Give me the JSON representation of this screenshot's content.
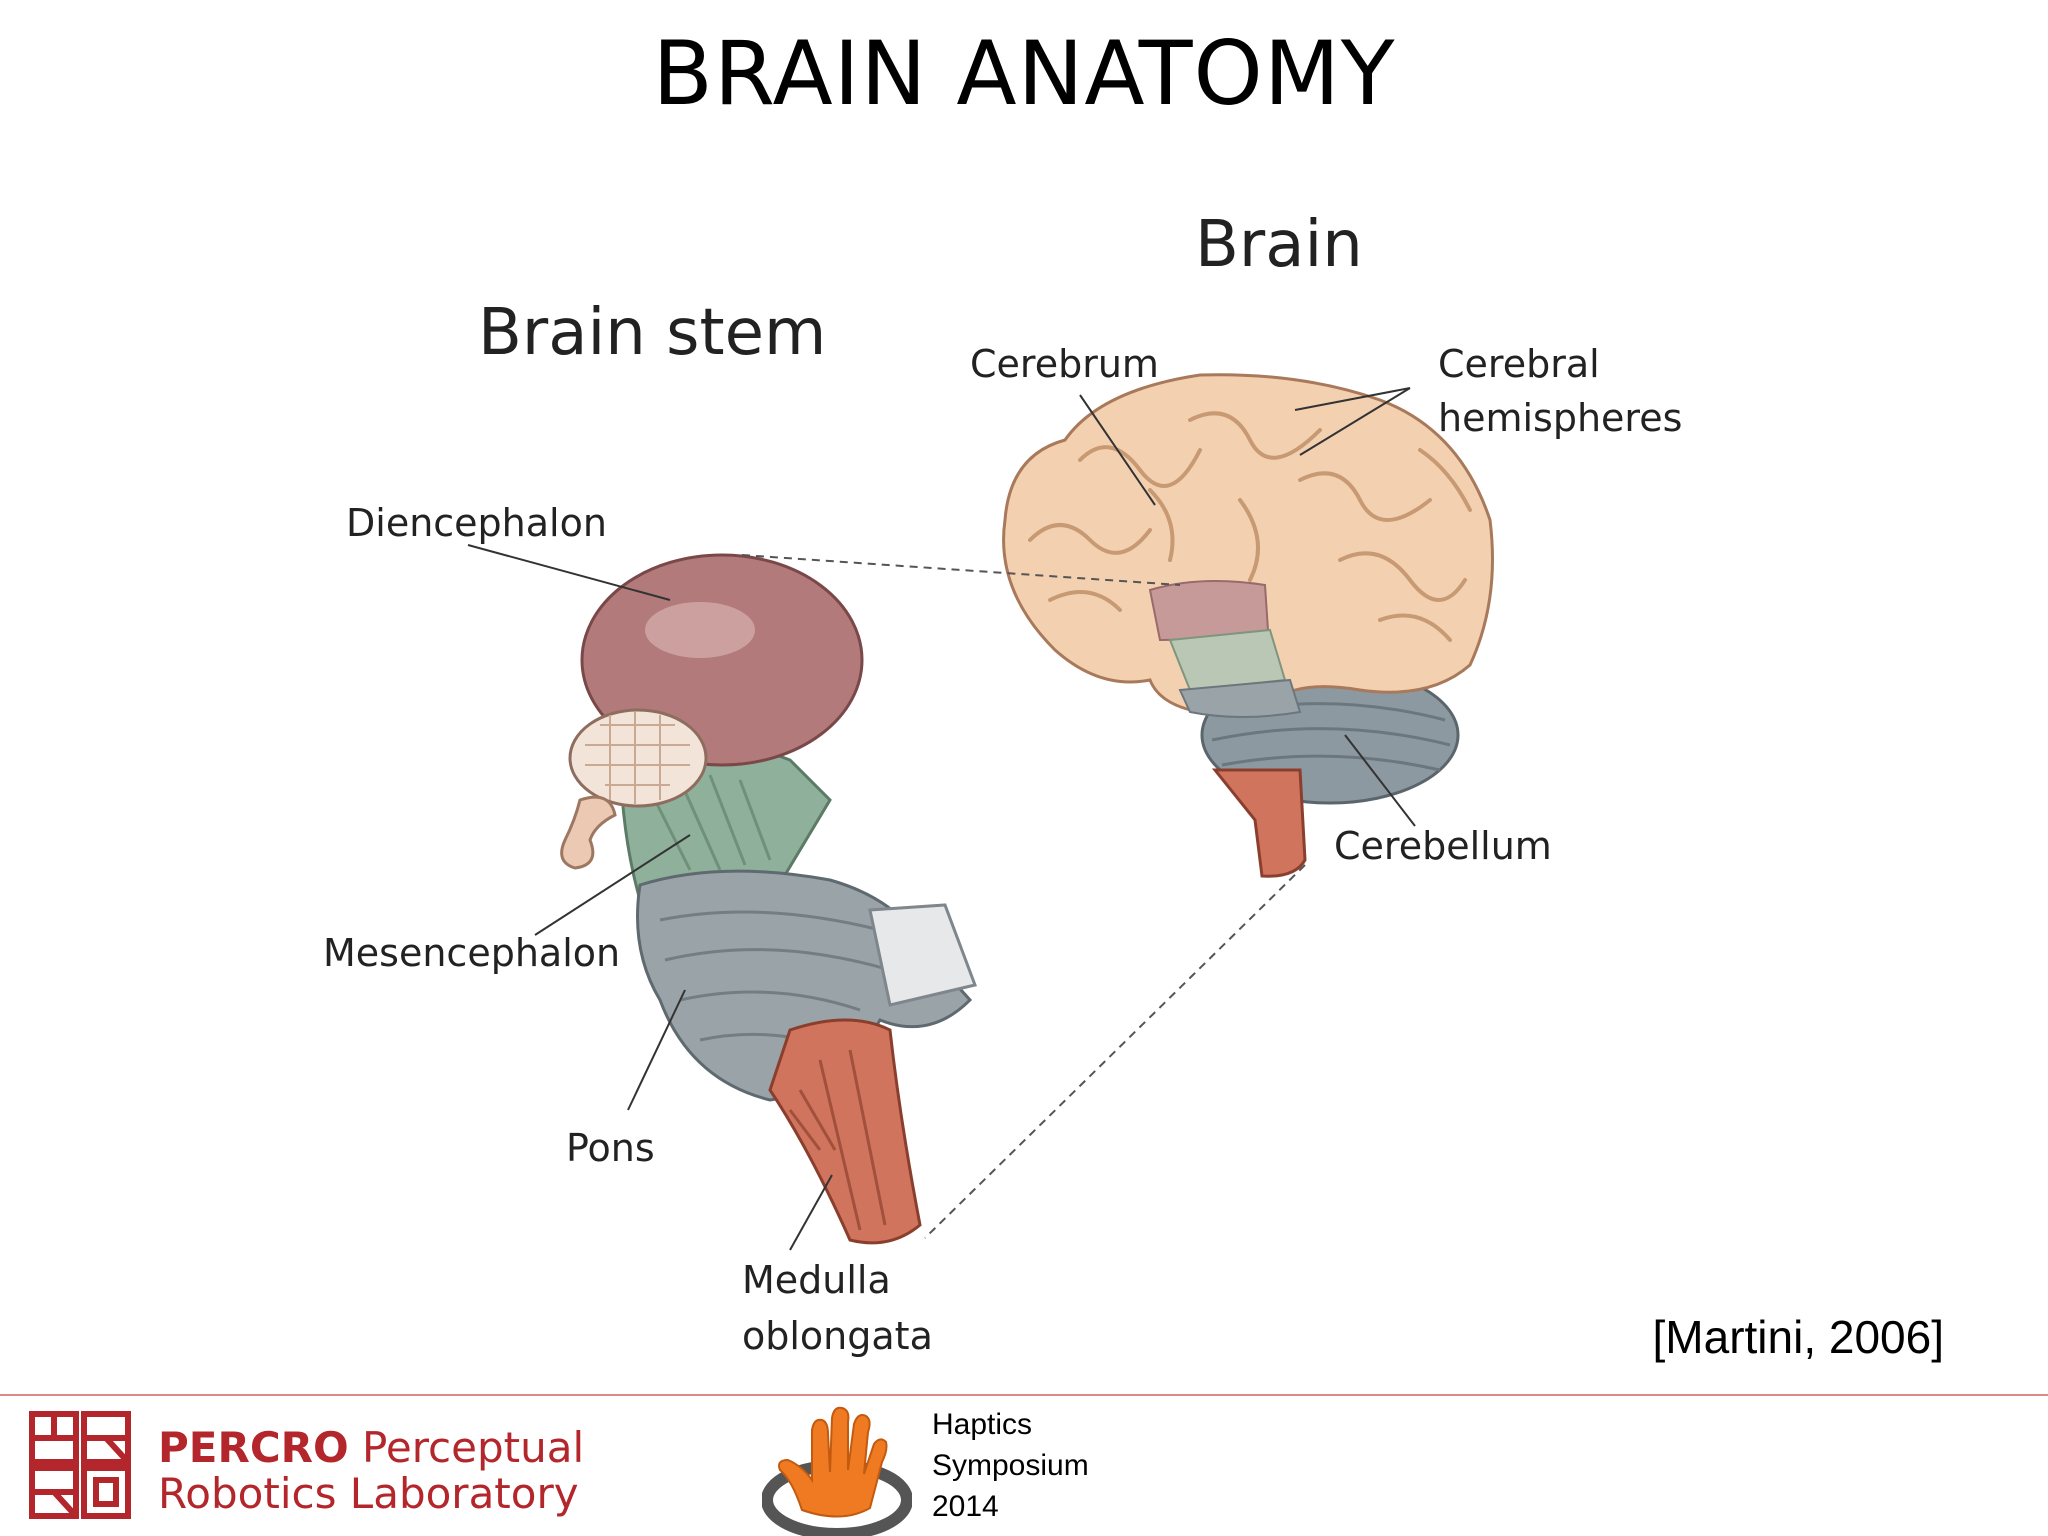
{
  "title": "BRAIN ANATOMY",
  "headings": {
    "brain_stem": "Brain stem",
    "brain": "Brain"
  },
  "labels": {
    "diencephalon": "Diencephalon",
    "mesencephalon": "Mesencephalon",
    "pons": "Pons",
    "medulla_line1": "Medulla",
    "medulla_line2": "oblongata",
    "cerebrum": "Cerebrum",
    "cerebral_line1": "Cerebral",
    "cerebral_line2": "hemispheres",
    "cerebellum": "Cerebellum"
  },
  "citation": "[Martini, 2006]",
  "footer": {
    "lab_bold": "PERCRO",
    "lab_line1_rest": "Perceptual",
    "lab_line2": "Robotics Laboratory",
    "event_line1": "Haptics",
    "event_line2": "Symposium",
    "event_line3": "2014"
  },
  "colors": {
    "lab_red": "#b3262b",
    "diencephalon": "#b27a7a",
    "mesencephalon": "#8fb09a",
    "pons": "#9aa3a8",
    "medulla": "#d1745e",
    "cerebrum": "#f3d1b0",
    "cerebellum": "#8d99a1",
    "hand_orange": "#f07a22"
  }
}
